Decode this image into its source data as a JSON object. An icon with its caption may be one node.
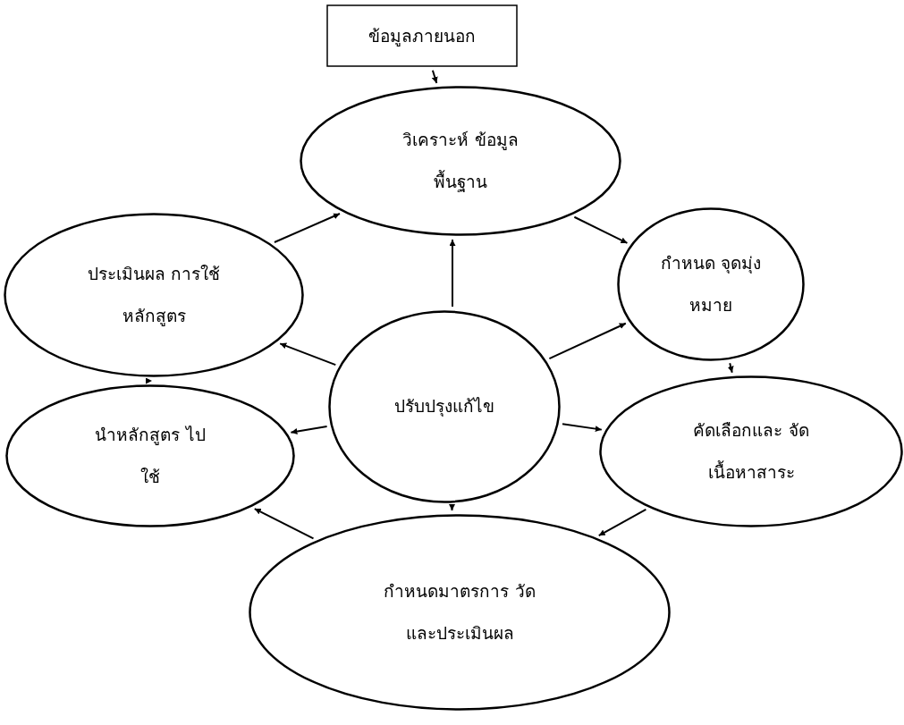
{
  "diagram": {
    "nodes": [
      {
        "text": [
          "ข้อมูลภายนอก"
        ]
      },
      {
        "text": [
          "วิเคราะห์ ข้อมูลพื้นฐาน"
        ]
      },
      {
        "text": [
          "กำหนด จุดมุ่งหมาย"
        ]
      },
      {
        "text": [
          "คัดเลือกและ จัดเนื้อหาสาระ"
        ]
      },
      {
        "text": [
          "กำหนดมาตรการ วัดและประเมินผล"
        ]
      },
      {
        "text": [
          "นำหลักสูตร ไปใช้"
        ]
      },
      {
        "text": [
          "ประเมินผล การใช้หลักสูตร"
        ]
      },
      {
        "text": [
          "ปรับปรุงแก้ไข"
        ]
      }
    ],
    "edges": [
      {
        "from": 0,
        "to": 1,
        "arrow": "to"
      },
      {
        "from": 1,
        "to": 2,
        "arrow": "to"
      },
      {
        "from": 2,
        "to": 3,
        "arrow": "to"
      },
      {
        "from": 3,
        "to": 4,
        "arrow": "to"
      },
      {
        "from": 4,
        "to": 5,
        "arrow": "to"
      },
      {
        "from": 5,
        "to": 6,
        "arrow": "to"
      },
      {
        "from": 6,
        "to": 1,
        "arrow": "to"
      },
      {
        "from": 7,
        "to": 1,
        "arrow": "to"
      },
      {
        "from": 7,
        "to": 2,
        "arrow": "to"
      },
      {
        "from": 7,
        "to": 3,
        "arrow": "to"
      },
      {
        "from": 7,
        "to": 4,
        "arrow": "to"
      },
      {
        "from": 7,
        "to": 5,
        "arrow": "to"
      },
      {
        "from": 7,
        "to": 6,
        "arrow": "to"
      }
    ]
  }
}
